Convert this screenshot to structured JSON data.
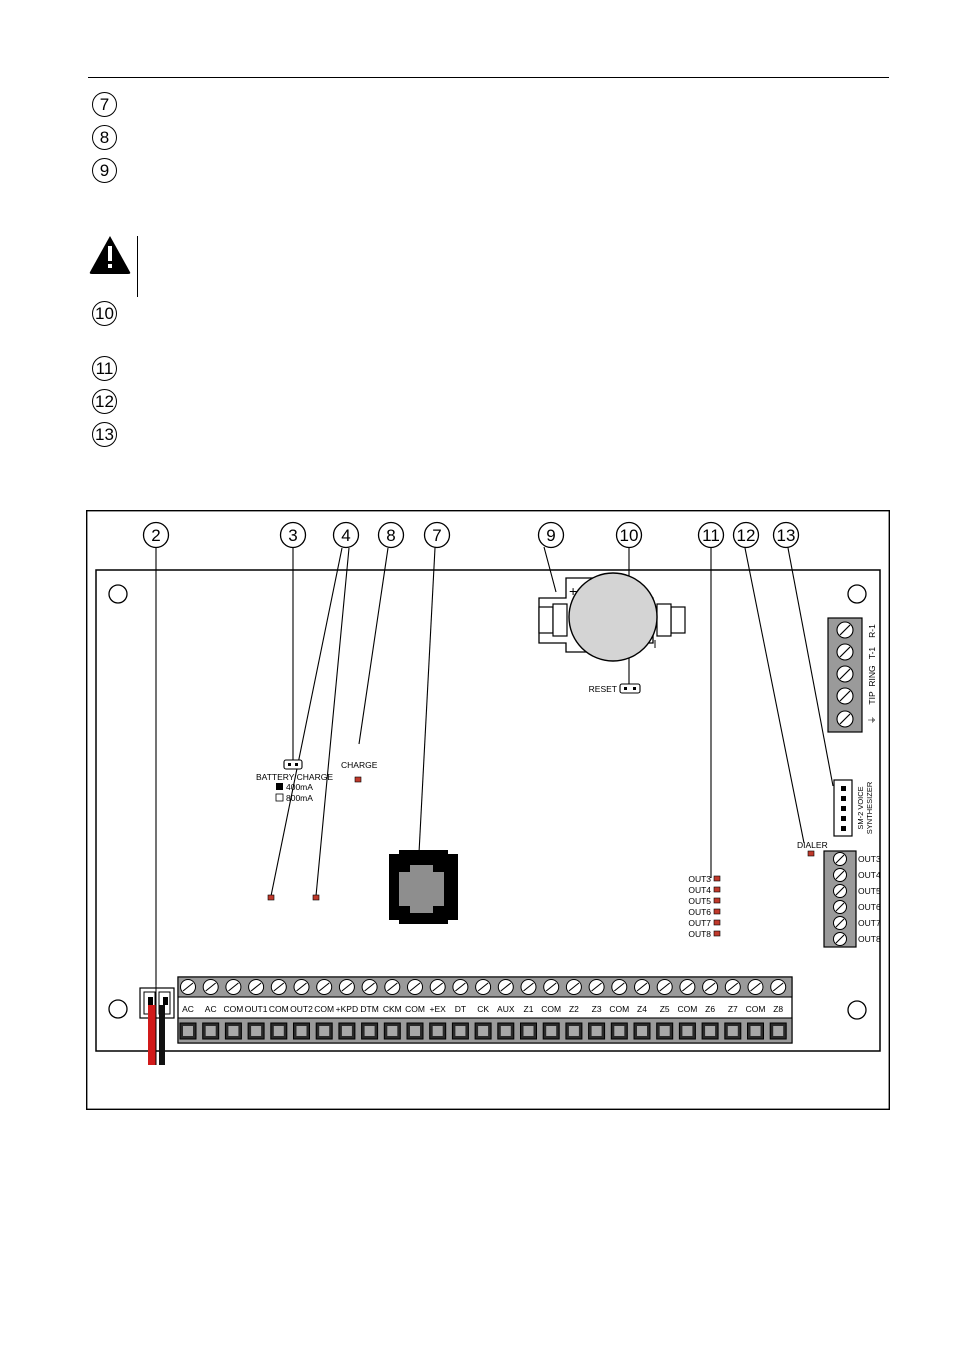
{
  "callouts": {
    "top": [
      "7",
      "8",
      "9"
    ],
    "after_warning": [
      "10",
      "11",
      "12",
      "13"
    ]
  },
  "warning_icon": "warning-triangle-icon",
  "figure": {
    "callouts": [
      "2",
      "3",
      "4",
      "8",
      "7",
      "9",
      "10",
      "11",
      "12",
      "13"
    ],
    "labels": {
      "battery_charge": "BATTERY CHARGE",
      "opt_400": "400mA",
      "opt_800": "800mA",
      "charge": "CHARGE",
      "reset": "RESET",
      "dialer": "DIALER",
      "battery_plus": "+",
      "sm2": "SM-2 VOICE",
      "synth": "SYNTHESIZER"
    },
    "phone_terminals": [
      "R-1",
      "T-1",
      "RING",
      "TIP",
      "⏚"
    ],
    "out_leds": [
      "OUT3",
      "OUT4",
      "OUT5",
      "OUT6",
      "OUT7",
      "OUT8"
    ],
    "out_terminals": [
      "OUT3",
      "OUT4",
      "OUT5",
      "OUT6",
      "OUT7",
      "OUT8"
    ],
    "bottom_terminals": [
      "AC",
      "AC",
      "COM",
      "OUT1",
      "COM",
      "OUT2",
      "COM",
      "+KPD",
      "DTM",
      "CKM",
      "COM",
      "+EX",
      "DT",
      "CK",
      "AUX",
      "Z1",
      "COM",
      "Z2",
      "Z3",
      "COM",
      "Z4",
      "Z5",
      "COM",
      "Z6",
      "Z7",
      "COM",
      "Z8"
    ]
  },
  "colors": {
    "led": "#c0392b",
    "wire_red": "#d11a1a",
    "wire_black": "#111111",
    "terminal_gray": "#9a9a9a",
    "battery": "#d4d4d4"
  }
}
